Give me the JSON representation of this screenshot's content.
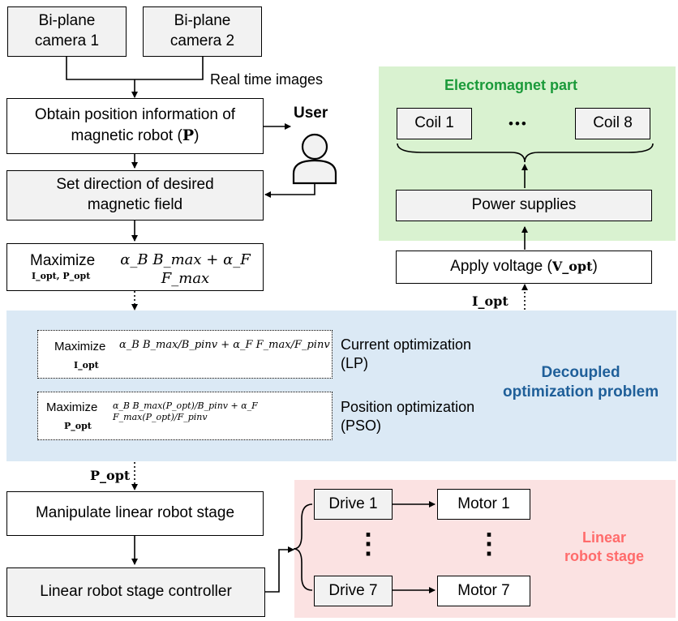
{
  "cameras": [
    {
      "line1": "Bi-plane",
      "line2": "camera 1"
    },
    {
      "line1": "Bi-plane",
      "line2": "camera 2"
    }
  ],
  "real_time_label": "Real time images",
  "obtain_box": {
    "line1": "Obtain position information of",
    "line2": "magnetic robot (",
    "symbol": "P",
    "close": ")"
  },
  "user_label": "User",
  "set_direction_box": {
    "line1": "Set direction of desired",
    "line2": "magnetic field"
  },
  "maximize_box": {
    "word": "Maximize",
    "expr": "α_B B_max + α_F F_max",
    "sub": "I_opt, P_opt"
  },
  "decoupled": {
    "label_line1": "Decoupled",
    "label_line2": "optimization problem",
    "current": {
      "word": "Maximize",
      "expr": "α_B B_max/B_pinv + α_F F_max/F_pinv",
      "sub": "I_opt",
      "label_line1": "Current optimization",
      "label_line2": "(LP)"
    },
    "position": {
      "word": "Maximize",
      "expr": "α_B B_max(P_opt)/B_pinv + α_F F_max(P_opt)/F_pinv",
      "sub": "P_opt",
      "label_line1": "Position optimization",
      "label_line2": "(PSO)"
    }
  },
  "p_opt_label": "P_opt",
  "i_opt_label": "I_opt",
  "electromagnet": {
    "title": "Electromagnet part",
    "coil_first": "Coil 1",
    "coil_last": "Coil 8",
    "ellipsis": "•••",
    "power": "Power supplies"
  },
  "apply_voltage": {
    "text": "Apply voltage (",
    "symbol": "V_opt",
    "close": ")"
  },
  "manipulate_box": "Manipulate linear robot stage",
  "controller_box": "Linear robot stage controller",
  "linear_stage": {
    "label_line1": "Linear",
    "label_line2": "robot stage",
    "drive_first": "Drive 1",
    "drive_last": "Drive 7",
    "motor_first": "Motor 1",
    "motor_last": "Motor 7",
    "vdots": "⋮"
  },
  "colors": {
    "electromagnet_bg": "#d9f2d0",
    "electromagnet_title": "#1b9a3a",
    "decoupled_bg": "#dbe9f5",
    "decoupled_title": "#1f5f99",
    "linear_bg": "#fbe2e2",
    "linear_title": "#ff6b6b",
    "box_fill": "#f2f2f2"
  }
}
